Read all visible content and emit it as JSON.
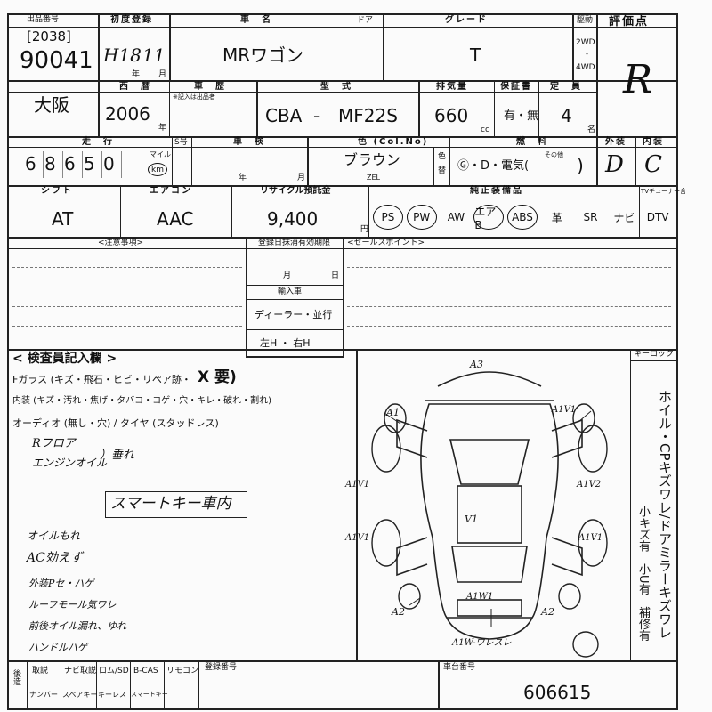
{
  "top": {
    "lot_label": "出品番号",
    "lot_sub": "[2038]",
    "lot_no": "90041",
    "first_reg_label": "初度登録",
    "first_reg": "H18",
    "first_reg_month": "11",
    "year_mark": "年",
    "month_mark": "月",
    "car_name_label": "車　名",
    "car_name": "MRワゴン",
    "door_label": "ドア",
    "grade_label": "グレード",
    "grade": "T",
    "drive_label": "駆動",
    "drive_2wd": "2WD",
    "drive_4wd": "4WD",
    "score_label": "評価点",
    "score": "R"
  },
  "row2": {
    "location": "大阪",
    "year_label": "西　暦",
    "year": "2006",
    "year_mark": "年",
    "history_label": "車　歴",
    "history_sub": "※記入は出品者",
    "model_label": "型　式",
    "model_prefix": "CBA",
    "model_dash": "-",
    "model": "MF22S",
    "displacement_label": "排気量",
    "displacement": "660",
    "cc": "cc",
    "warranty_label": "保証書",
    "warranty": "有・無",
    "capacity_label": "定　員",
    "capacity": "4",
    "capacity_unit": "名"
  },
  "row3": {
    "mileage_label": "走　行",
    "mileage_digits": [
      "6",
      "8",
      "6",
      "5",
      "0"
    ],
    "mileage_unit_a": "マイル",
    "mileage_unit_b": "km",
    "hosho_label": "S号",
    "inspection_label": "車　検",
    "inspection_year": "年",
    "inspection_month": "月",
    "color_label": "色 (Col.No)",
    "color": "ブラウン",
    "color_code": "ZEL",
    "color_change_a": "色",
    "color_change_b": "替",
    "fuel_label": "燃　料",
    "fuel": "Ⓖ・D・電気(",
    "fuel_other": "その他",
    "fuel_close": ")",
    "exterior_label": "外装",
    "exterior": "D",
    "interior_label": "内装",
    "interior": "C"
  },
  "row4": {
    "shift_label": "シフト",
    "shift": "AT",
    "ac_label": "エアコン",
    "ac": "AAC",
    "recycle_label": "リサイクル預託金",
    "recycle": "9,400",
    "yen": "円",
    "equip_label": "純正装備品",
    "tuner_label": "TVチューナー含",
    "equipment": [
      {
        "label": "PS",
        "circled": true
      },
      {
        "label": "PW",
        "circled": true
      },
      {
        "label": "AW",
        "circled": false
      },
      {
        "label": "エアB",
        "circled": true
      },
      {
        "label": "ABS",
        "circled": true
      },
      {
        "label": "革",
        "circled": false
      },
      {
        "label": "SR",
        "circled": false
      },
      {
        "label": "ナビ",
        "circled": false
      },
      {
        "label": "DTV",
        "circled": false
      }
    ]
  },
  "notes": {
    "caution_label": "<注意事項>",
    "expiry_label": "登録日抹消有効期限",
    "month": "月",
    "day": "日",
    "import_label": "輸入車",
    "dealer": "ディーラー・並行",
    "steering": "左H ・ 右H",
    "sales_label": "<セールスポイント>"
  },
  "inspector": {
    "title": "< 検査員記入欄 >",
    "glass_line": "Fガラス (キズ・飛石・ヒビ・リペア跡・",
    "glass_mark": "X 要)",
    "interior_line": "内装 (キズ・汚れ・焦げ・タバコ・コゲ・穴・キレ・破れ・割れ)",
    "audio_line": "オーディオ (無し・穴) / タイヤ (スタッドレス)",
    "hand_1a": "Rフロア",
    "hand_1b": "エンジンオイル",
    "hand_1c": "）垂れ",
    "smart_key": "スマートキー車内",
    "hand_list": [
      "オイルもれ",
      "AC効えず",
      "外装Pセ・ハゲ",
      "ルーフモール気ワレ",
      "前後オイル漏れ、ゆれ",
      "ハンドルハゲ"
    ]
  },
  "diagram": {
    "keylock_label": "キーロック",
    "side_text": "ホイル・CPキズワレ/ドアミラーキズワレ",
    "side_sub": "小キズ有　小U有　補修有",
    "marks": [
      "A3",
      "A1",
      "A1V1",
      "A1V1",
      "A1V2",
      "A1V1",
      "A1V1",
      "V1",
      "A2",
      "A2",
      "A1W1",
      "A1W-ワレスレ"
    ]
  },
  "footer": {
    "after_label": "後造",
    "cells_row1": [
      "取説",
      "ナビ取説",
      "ロム/SD",
      "B-CAS",
      "リモコン"
    ],
    "cells_row2": [
      "ナンバー",
      "スペアキー",
      "キーレス",
      "スマートキー"
    ],
    "reg_no_label": "登録番号",
    "chassis_label": "車台番号",
    "chassis": "606615"
  }
}
